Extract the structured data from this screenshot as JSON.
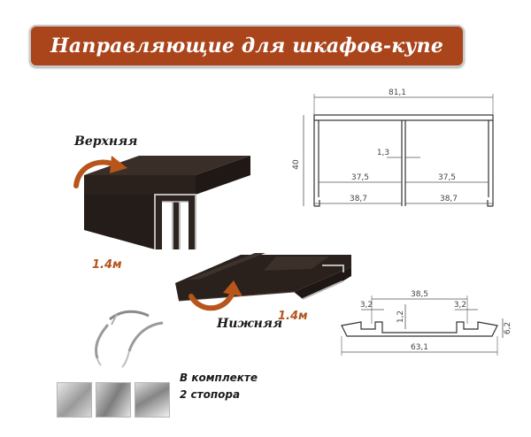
{
  "title": "Направляющие для шкафов-купе",
  "labels": {
    "upper": "Верхняя",
    "lower": "Нижняя",
    "upper_length": "1.4м",
    "lower_length": "1.4м",
    "kit_line1": "В комплекте",
    "kit_line2": "2 стопора"
  },
  "upper_profile_dims": {
    "overall_width": "81,1",
    "height": "40",
    "rib": "1,3",
    "inner_left": "37,5",
    "inner_right": "37,5",
    "outer_left": "38,7",
    "outer_right": "38,7"
  },
  "lower_profile_dims": {
    "inner_width": "38,5",
    "groove_left": "3,2",
    "groove_right": "3,2",
    "rib_height": "1,2",
    "side_height": "6,2",
    "overall_width": "63,1"
  },
  "colors": {
    "banner": "#a9441b",
    "accent_text": "#b4561e",
    "arrow": "#b8551b",
    "profile_dark": "#2a211d"
  }
}
